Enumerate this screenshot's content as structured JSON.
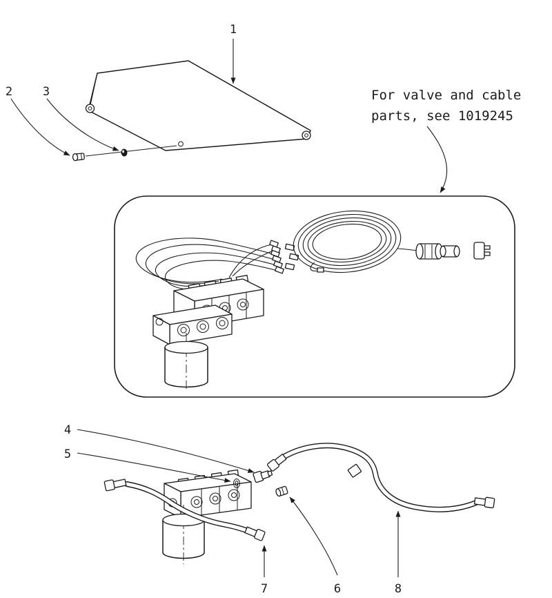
{
  "callouts": {
    "c1": "1",
    "c2": "2",
    "c3": "3",
    "c4": "4",
    "c5": "5",
    "c6": "6",
    "c7": "7",
    "c8": "8"
  },
  "note": {
    "line1": "For valve and cable",
    "line2": "parts, see 1019245"
  },
  "colors": {
    "line": "#1a1a1a",
    "background": "#ffffff"
  }
}
